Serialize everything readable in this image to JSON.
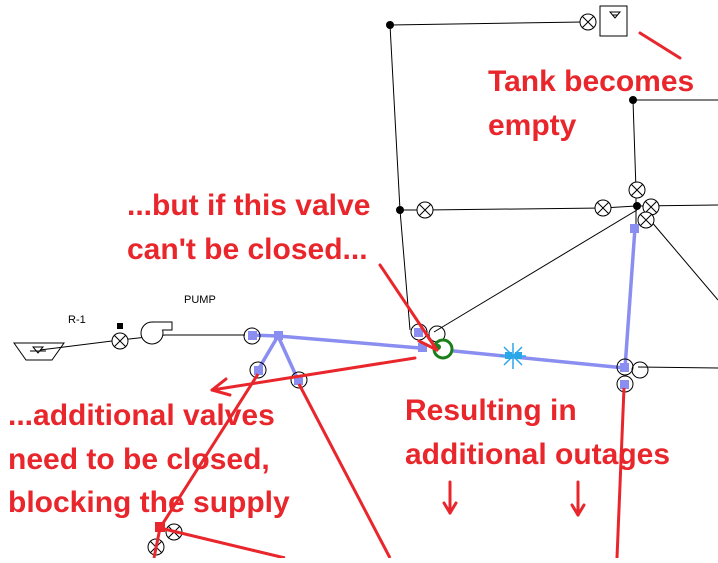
{
  "annotations": {
    "tank_empty": "Tank becomes\nempty",
    "valve_not_closed": "...but if this valve\ncan't be closed...",
    "additional_valves": "...additional valves\nneed to be closed,\nblocking the supply",
    "additional_outages": "Resulting in\nadditional outages"
  },
  "labels": {
    "reservoir": "R-1",
    "pump": "PUMP"
  },
  "colors": {
    "annotation": "#e8262b",
    "highlight_pipe": "#8a8ef0",
    "network": "#000000",
    "failed_valve": "#1a7f1a",
    "break_marker": "#2aa7e8"
  }
}
